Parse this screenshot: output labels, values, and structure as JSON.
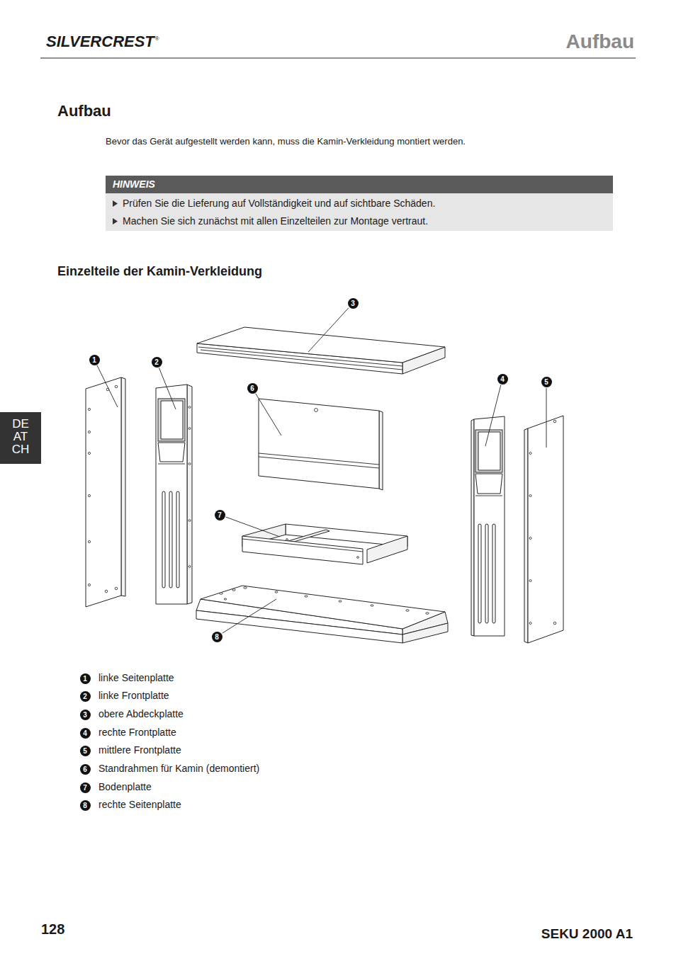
{
  "diagram": {
    "title": "Aufbau",
    "nodes": [
      {
        "text": [
          "HINWEIS",
          "Prüfen Sie die Lieferung auf Vollständigkeit und auf sichtbare Schäden.",
          "Machen Sie sich zunächst mit allen Einzelteilen zur Montage vertraut."
        ]
      },
      {
        "text": [
          "1"
        ]
      },
      {
        "text": [
          "2"
        ]
      },
      {
        "text": [
          "3"
        ]
      },
      {
        "text": [
          "4"
        ]
      },
      {
        "text": [
          "5"
        ]
      },
      {
        "text": [
          "6"
        ]
      },
      {
        "text": [
          "7"
        ]
      },
      {
        "text": [
          "8"
        ]
      },
      {
        "text": [
          "DE AT CH"
        ]
      },
      {
        "text": [
          "1"
        ]
      },
      {
        "text": [
          "2"
        ]
      },
      {
        "text": [
          "3"
        ]
      },
      {
        "text": [
          "4"
        ]
      },
      {
        "text": [
          "5"
        ]
      },
      {
        "text": [
          "6"
        ]
      },
      {
        "text": [
          "7"
        ]
      },
      {
        "text": [
          "8"
        ]
      }
    ],
    "labels": [
      "SILVERCREST",
      "®",
      "Aufbau",
      "Bevor das Gerät aufgestellt werden kann, muss die Kamin-Verkleidung montiert werden.",
      "Einzelteile der Kamin-Verkleidung",
      "linke Seitenplatte",
      "linke Frontplatte",
      "obere Abdeckplatte",
      "rechte Frontplatte",
      "mittlere Frontplatte",
      "Standrahmen für Kamin (demontiert)",
      "Bodenplatte",
      "rechte Seitenplatte",
      "128",
      "SEKU 2000 A1"
    ]
  }
}
